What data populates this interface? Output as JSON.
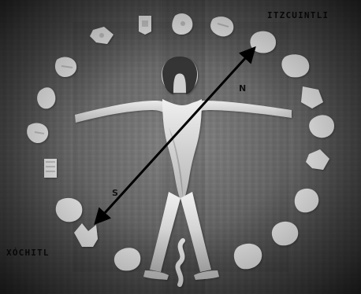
{
  "labels": {
    "itzcuintli": "ITZCUINTLI",
    "xochitl": "XÓCHITL",
    "north": "N",
    "south": "S"
  },
  "colors": {
    "stone_bg": "#6f6f6f",
    "glyph": "#e9e9e9",
    "figure_skin": "#d8d8d8",
    "arrow": "#000000",
    "label": "#0b0b0b"
  },
  "icons": [
    "figure-silhouette-icon",
    "day-sign-icon",
    "serpent-icon",
    "double-arrow-icon"
  ]
}
